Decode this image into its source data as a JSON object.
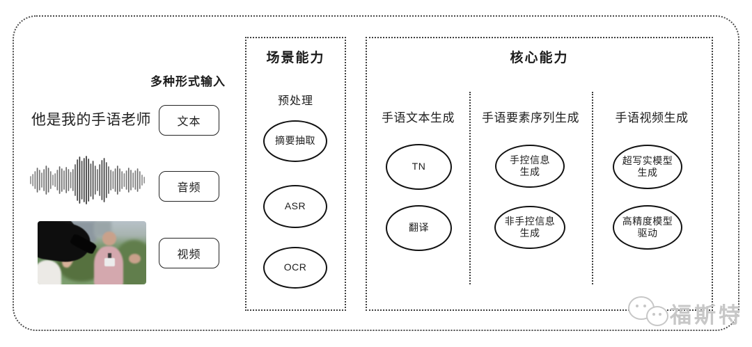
{
  "input": {
    "label": "多种形式输入",
    "text_sample": "他是我的手语老师",
    "modes": [
      {
        "label": "文本"
      },
      {
        "label": "音频"
      },
      {
        "label": "视频"
      }
    ]
  },
  "scene": {
    "title": "场景能力",
    "subtitle": "预处理",
    "nodes": [
      {
        "lines": [
          "摘要抽取"
        ]
      },
      {
        "lines": [
          "ASR"
        ]
      },
      {
        "lines": [
          "OCR"
        ]
      }
    ]
  },
  "core": {
    "title": "核心能力",
    "columns": [
      {
        "header": "手语文本生成",
        "nodes": [
          {
            "lines": [
              "TN"
            ]
          },
          {
            "lines": [
              "翻译"
            ]
          }
        ]
      },
      {
        "header": "手语要素序列生成",
        "nodes": [
          {
            "lines": [
              "手控信息",
              "生成"
            ]
          },
          {
            "lines": [
              "非手控信息",
              "生成"
            ]
          }
        ]
      },
      {
        "header": "手语视频生成",
        "nodes": [
          {
            "lines": [
              "超写实模型",
              "生成"
            ]
          },
          {
            "lines": [
              "高精度模型",
              "驱动"
            ]
          }
        ]
      }
    ]
  },
  "watermark": {
    "text": "福斯特",
    "icon": "wechat-bubbles",
    "color": "#c7c7c7"
  },
  "colors": {
    "ink": "#1c1c1c",
    "frame_border": "#4a4a4a",
    "background": "#ffffff"
  }
}
